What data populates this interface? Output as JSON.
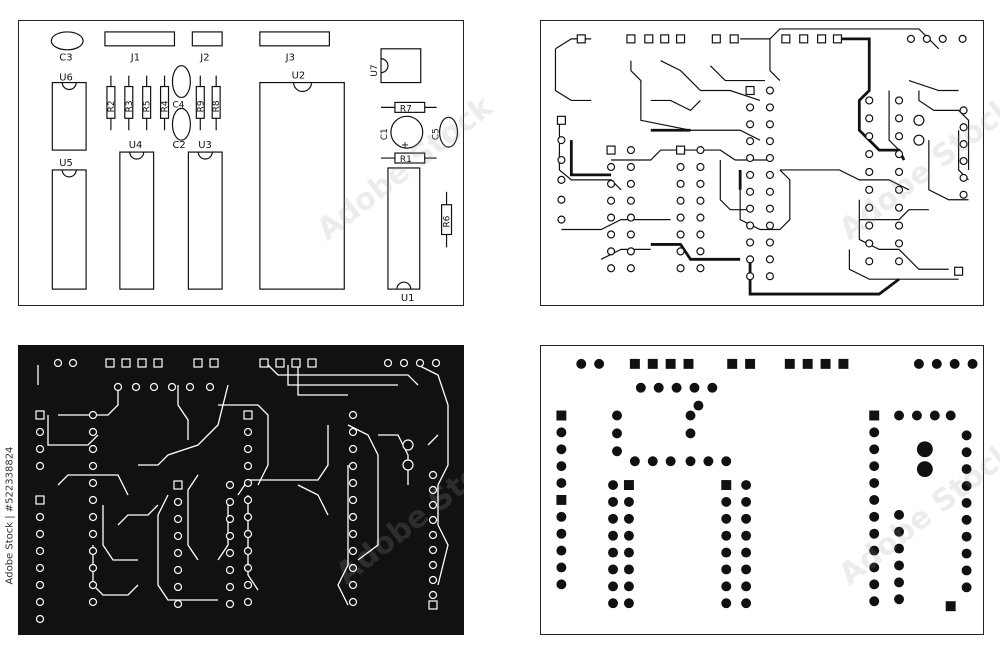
{
  "components": {
    "caps": [
      "C3",
      "C4",
      "C2",
      "C1",
      "C5"
    ],
    "connectors": [
      "J1",
      "J2",
      "J3"
    ],
    "resistors": [
      "R2",
      "R3",
      "R5",
      "R4",
      "R9",
      "R8",
      "R7",
      "R1",
      "R6"
    ],
    "chips": [
      "U6",
      "U5",
      "U4",
      "U3",
      "U2",
      "U7",
      "U1"
    ],
    "polarity_mark": "+"
  },
  "watermark": {
    "brand": "Adobe Stock",
    "stock_id": "Adobe Stock | #522338824"
  },
  "colors": {
    "ink": "#111111",
    "paper": "#ffffff",
    "board_negative": "#111111"
  }
}
